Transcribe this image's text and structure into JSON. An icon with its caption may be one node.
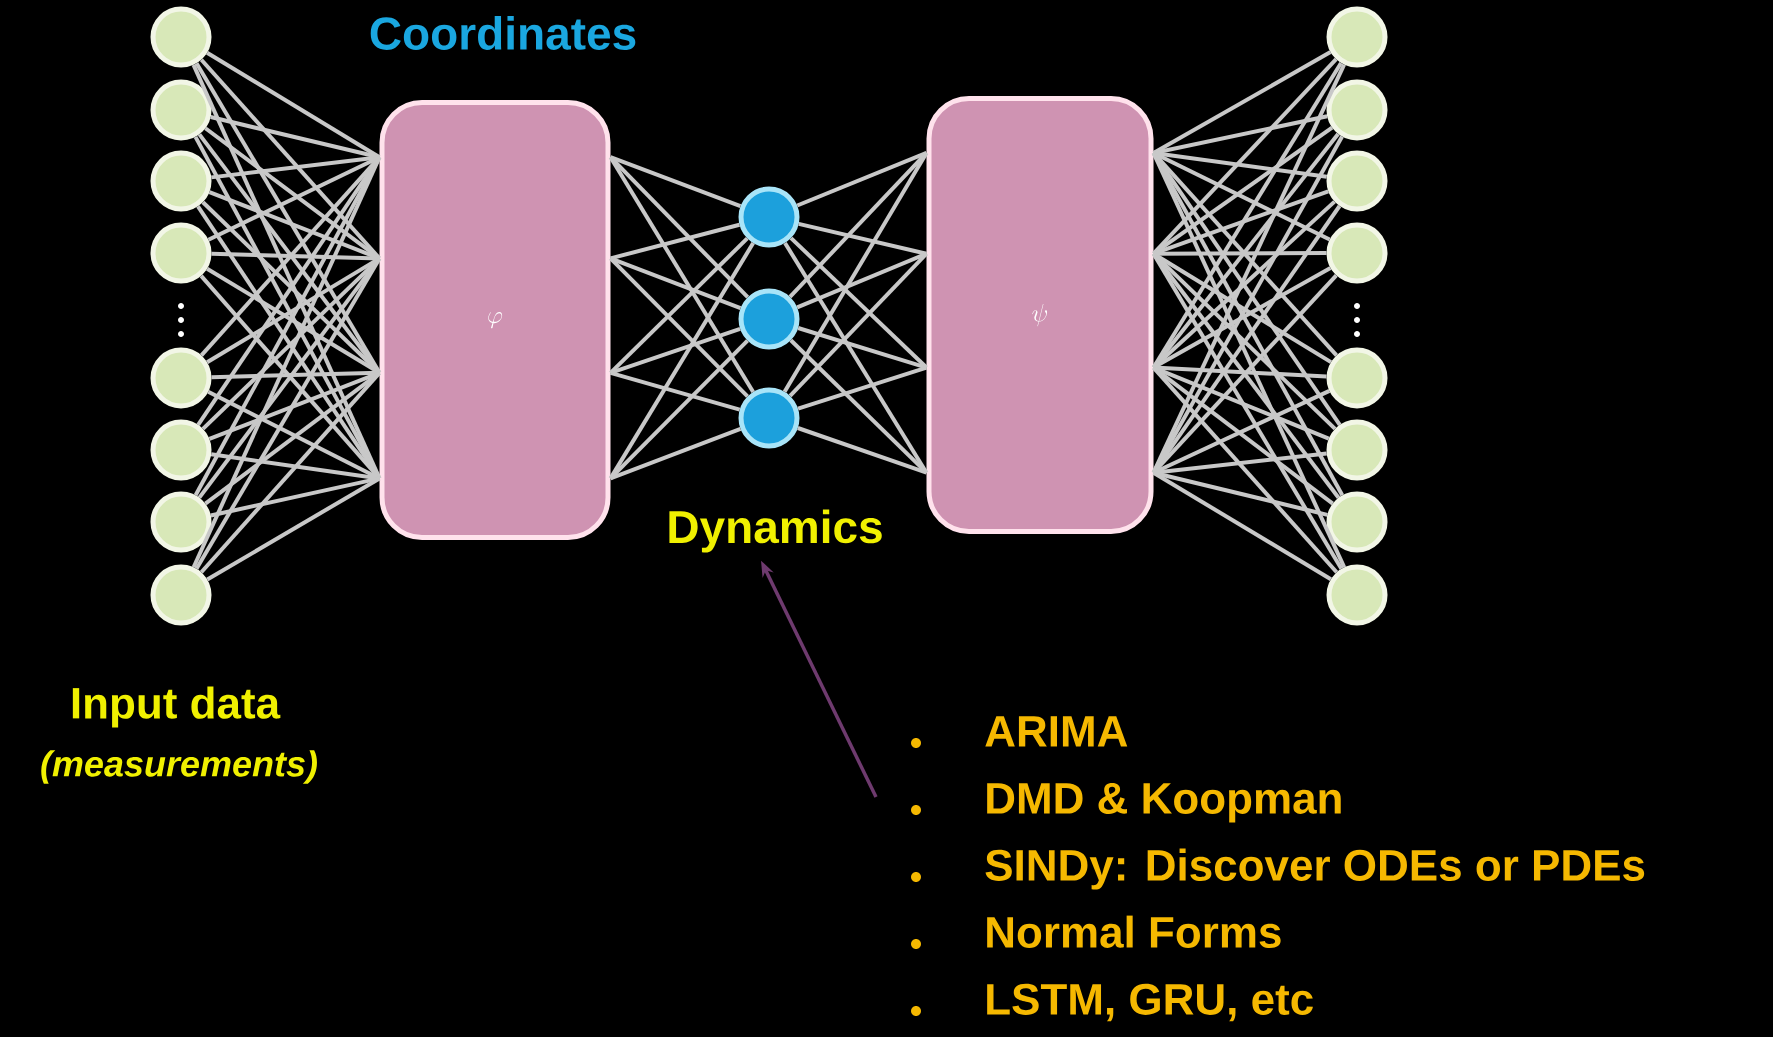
{
  "diagram": {
    "nodes": [
      {
        "text": [],
        "shape": "circle"
      },
      {
        "text": [],
        "shape": "circle"
      },
      {
        "text": [],
        "shape": "circle"
      },
      {
        "text": [],
        "shape": "circle"
      },
      {
        "text": [],
        "shape": "circle"
      },
      {
        "text": [],
        "shape": "circle"
      },
      {
        "text": [],
        "shape": "circle"
      },
      {
        "text": [],
        "shape": "circle"
      },
      {
        "text": [
          "\\varphi"
        ]
      },
      {
        "text": [],
        "shape": "circle"
      },
      {
        "text": [],
        "shape": "circle"
      },
      {
        "text": [],
        "shape": "circle"
      },
      {
        "text": [
          "\\psi"
        ]
      },
      {
        "text": [],
        "shape": "circle"
      },
      {
        "text": [],
        "shape": "circle"
      },
      {
        "text": [],
        "shape": "circle"
      },
      {
        "text": [],
        "shape": "circle"
      },
      {
        "text": [],
        "shape": "circle"
      },
      {
        "text": [],
        "shape": "circle"
      },
      {
        "text": [],
        "shape": "circle"
      },
      {
        "text": [],
        "shape": "circle"
      },
      {
        "text": [
          "Dynamics"
        ]
      },
      {
        "text": [
          "ARIMA",
          "DMD & Koopman",
          "SINDy: Discover ODEs or PDEs",
          "Normal Forms",
          "LSTM, GRU, etc"
        ]
      }
    ],
    "edges": [
      {
        "from": 0,
        "to": 8,
        "arrow": "none"
      },
      {
        "from": 0,
        "to": 8,
        "arrow": "none"
      },
      {
        "from": 0,
        "to": 8,
        "arrow": "none"
      },
      {
        "from": 0,
        "to": 8,
        "arrow": "none"
      },
      {
        "from": 1,
        "to": 8,
        "arrow": "none"
      },
      {
        "from": 1,
        "to": 8,
        "arrow": "none"
      },
      {
        "from": 1,
        "to": 8,
        "arrow": "none"
      },
      {
        "from": 1,
        "to": 8,
        "arrow": "none"
      },
      {
        "from": 2,
        "to": 8,
        "arrow": "none"
      },
      {
        "from": 2,
        "to": 8,
        "arrow": "none"
      },
      {
        "from": 2,
        "to": 8,
        "arrow": "none"
      },
      {
        "from": 2,
        "to": 8,
        "arrow": "none"
      },
      {
        "from": 3,
        "to": 8,
        "arrow": "none"
      },
      {
        "from": 3,
        "to": 8,
        "arrow": "none"
      },
      {
        "from": 3,
        "to": 8,
        "arrow": "none"
      },
      {
        "from": 3,
        "to": 8,
        "arrow": "none"
      },
      {
        "from": 4,
        "to": 8,
        "arrow": "none"
      },
      {
        "from": 4,
        "to": 8,
        "arrow": "none"
      },
      {
        "from": 4,
        "to": 8,
        "arrow": "none"
      },
      {
        "from": 4,
        "to": 8,
        "arrow": "none"
      },
      {
        "from": 5,
        "to": 8,
        "arrow": "none"
      },
      {
        "from": 5,
        "to": 8,
        "arrow": "none"
      },
      {
        "from": 5,
        "to": 8,
        "arrow": "none"
      },
      {
        "from": 5,
        "to": 8,
        "arrow": "none"
      },
      {
        "from": 6,
        "to": 8,
        "arrow": "none"
      },
      {
        "from": 6,
        "to": 8,
        "arrow": "none"
      },
      {
        "from": 6,
        "to": 8,
        "arrow": "none"
      },
      {
        "from": 6,
        "to": 8,
        "arrow": "none"
      },
      {
        "from": 7,
        "to": 8,
        "arrow": "none"
      },
      {
        "from": 7,
        "to": 8,
        "arrow": "none"
      },
      {
        "from": 7,
        "to": 8,
        "arrow": "none"
      },
      {
        "from": 7,
        "to": 8,
        "arrow": "none"
      },
      {
        "from": 8,
        "to": 9,
        "arrow": "none"
      },
      {
        "from": 8,
        "to": 9,
        "arrow": "none"
      },
      {
        "from": 8,
        "to": 9,
        "arrow": "none"
      },
      {
        "from": 8,
        "to": 9,
        "arrow": "none"
      },
      {
        "from": 8,
        "to": 10,
        "arrow": "none"
      },
      {
        "from": 8,
        "to": 10,
        "arrow": "none"
      },
      {
        "from": 8,
        "to": 10,
        "arrow": "none"
      },
      {
        "from": 8,
        "to": 10,
        "arrow": "none"
      },
      {
        "from": 8,
        "to": 11,
        "arrow": "none"
      },
      {
        "from": 8,
        "to": 11,
        "arrow": "none"
      },
      {
        "from": 8,
        "to": 11,
        "arrow": "none"
      },
      {
        "from": 8,
        "to": 11,
        "arrow": "none"
      },
      {
        "from": 9,
        "to": 12,
        "arrow": "none"
      },
      {
        "from": 9,
        "to": 12,
        "arrow": "none"
      },
      {
        "from": 9,
        "to": 12,
        "arrow": "none"
      },
      {
        "from": 9,
        "to": 12,
        "arrow": "none"
      },
      {
        "from": 10,
        "to": 12,
        "arrow": "none"
      },
      {
        "from": 10,
        "to": 12,
        "arrow": "none"
      },
      {
        "from": 10,
        "to": 12,
        "arrow": "none"
      },
      {
        "from": 10,
        "to": 12,
        "arrow": "none"
      },
      {
        "from": 11,
        "to": 12,
        "arrow": "none"
      },
      {
        "from": 11,
        "to": 12,
        "arrow": "none"
      },
      {
        "from": 11,
        "to": 12,
        "arrow": "none"
      },
      {
        "from": 11,
        "to": 12,
        "arrow": "none"
      },
      {
        "from": 12,
        "to": 13,
        "arrow": "none"
      },
      {
        "from": 12,
        "to": 13,
        "arrow": "none"
      },
      {
        "from": 12,
        "to": 13,
        "arrow": "none"
      },
      {
        "from": 12,
        "to": 13,
        "arrow": "none"
      },
      {
        "from": 12,
        "to": 14,
        "arrow": "none"
      },
      {
        "from": 12,
        "to": 14,
        "arrow": "none"
      },
      {
        "from": 12,
        "to": 14,
        "arrow": "none"
      },
      {
        "from": 12,
        "to": 14,
        "arrow": "none"
      },
      {
        "from": 12,
        "to": 15,
        "arrow": "none"
      },
      {
        "from": 12,
        "to": 15,
        "arrow": "none"
      },
      {
        "from": 12,
        "to": 15,
        "arrow": "none"
      },
      {
        "from": 12,
        "to": 15,
        "arrow": "none"
      },
      {
        "from": 12,
        "to": 16,
        "arrow": "none"
      },
      {
        "from": 12,
        "to": 16,
        "arrow": "none"
      },
      {
        "from": 12,
        "to": 16,
        "arrow": "none"
      },
      {
        "from": 12,
        "to": 16,
        "arrow": "none"
      },
      {
        "from": 12,
        "to": 17,
        "arrow": "none"
      },
      {
        "from": 12,
        "to": 17,
        "arrow": "none"
      },
      {
        "from": 12,
        "to": 17,
        "arrow": "none"
      },
      {
        "from": 12,
        "to": 17,
        "arrow": "none"
      },
      {
        "from": 12,
        "to": 18,
        "arrow": "none"
      },
      {
        "from": 12,
        "to": 18,
        "arrow": "none"
      },
      {
        "from": 12,
        "to": 18,
        "arrow": "none"
      },
      {
        "from": 12,
        "to": 18,
        "arrow": "none"
      },
      {
        "from": 12,
        "to": 19,
        "arrow": "none"
      },
      {
        "from": 12,
        "to": 19,
        "arrow": "none"
      },
      {
        "from": 12,
        "to": 19,
        "arrow": "none"
      },
      {
        "from": 12,
        "to": 19,
        "arrow": "none"
      },
      {
        "from": 12,
        "to": 20,
        "arrow": "none"
      },
      {
        "from": 12,
        "to": 20,
        "arrow": "none"
      },
      {
        "from": 12,
        "to": 20,
        "arrow": "none"
      },
      {
        "from": 12,
        "to": 20,
        "arrow": "none"
      },
      {
        "from": 22,
        "to": 21,
        "arrow": "to",
        "color": "#6e3a6e"
      }
    ],
    "labels": [
      "Coordinates",
      "Input data",
      "(measurements)"
    ]
  }
}
